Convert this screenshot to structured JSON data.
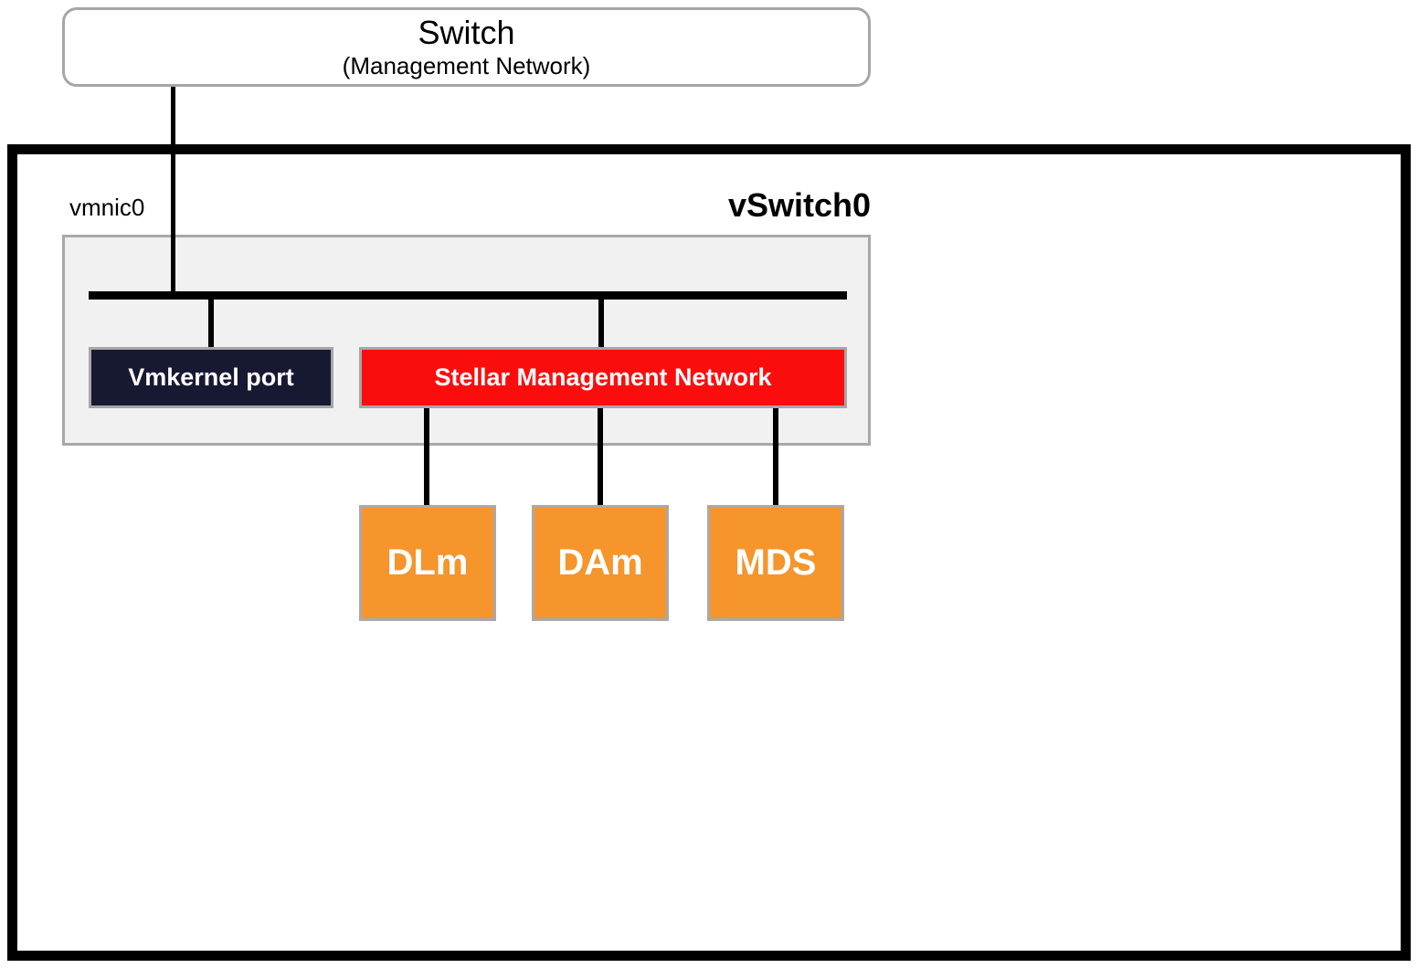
{
  "switch": {
    "title": "Switch",
    "subtitle": "(Management Network)"
  },
  "vswitch": {
    "nic_label": "vmnic0",
    "title": "vSwitch0"
  },
  "ports": {
    "vmkernel": {
      "label": "Vmkernel port",
      "color": "#171831"
    },
    "stellar": {
      "label": "Stellar Management Network",
      "color": "#fc0d0d"
    }
  },
  "vms": [
    {
      "label": "DLm",
      "color": "#f5952b"
    },
    {
      "label": "DAm",
      "color": "#f5952b"
    },
    {
      "label": "MDS",
      "color": "#f5952b"
    }
  ],
  "colors": {
    "outer_border": "#000000",
    "node_border_gray": "#a6a6a6",
    "panel_fill": "#f1f1f2",
    "panel_border": "#a8a8a8",
    "bus_line": "#000000",
    "vmkernel_fill": "#171831",
    "stellar_fill": "#fc0d0d",
    "vm_fill": "#f5952b",
    "text_light": "#ffffff",
    "text_dark": "#000000"
  }
}
